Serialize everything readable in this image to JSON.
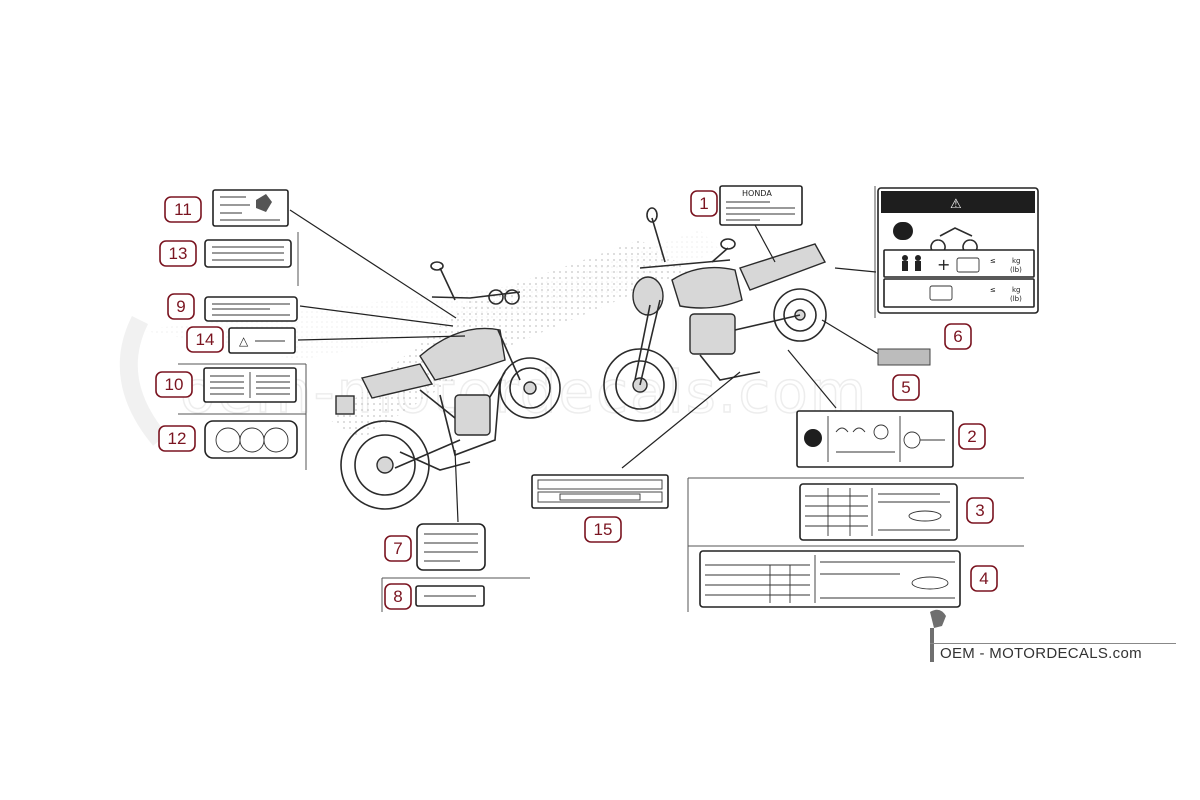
{
  "diagram": {
    "callouts": [
      {
        "num": "1"
      },
      {
        "num": "2"
      },
      {
        "num": "3"
      },
      {
        "num": "4"
      },
      {
        "num": "5"
      },
      {
        "num": "6"
      },
      {
        "num": "7"
      },
      {
        "num": "8"
      },
      {
        "num": "9"
      },
      {
        "num": "10"
      },
      {
        "num": "11"
      },
      {
        "num": "12"
      },
      {
        "num": "13"
      },
      {
        "num": "14"
      },
      {
        "num": "15"
      }
    ],
    "label_texts": {
      "honda_brand": "HONDA",
      "warning_symbol": "⚠",
      "unit_kg": "kg",
      "unit_lb": "(lb)",
      "leq": "≤",
      "plus": "+",
      "warning_small": "△"
    }
  },
  "watermark": {
    "site": "oem-motordecals.com",
    "brand_line": "OEM - MOTORDECALS.com"
  },
  "colors": {
    "callout_stroke": "#7a1420",
    "line": "#222222"
  }
}
